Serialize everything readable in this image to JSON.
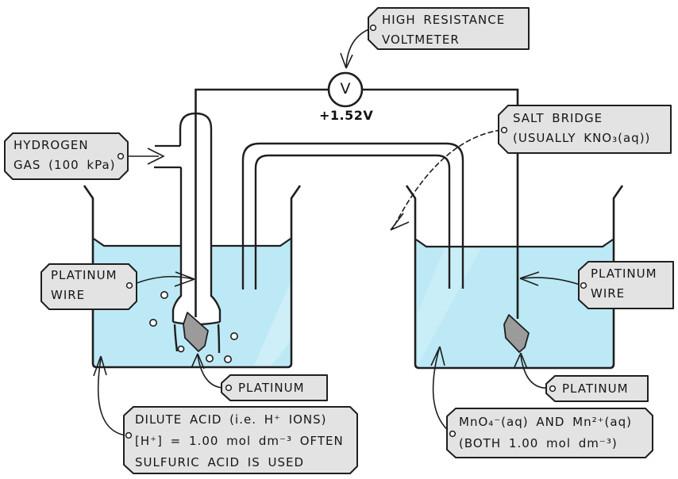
{
  "voltmeter": {
    "symbol": "V",
    "reading": "+1.52V"
  },
  "tags": {
    "high_resistance_voltmeter": {
      "lines": [
        "HIGH RESISTANCE",
        "VOLTMETER"
      ]
    },
    "salt_bridge": {
      "lines": [
        "SALT BRIDGE",
        "(USUALLY KNO₃(aq))"
      ]
    },
    "hydrogen_gas": {
      "lines": [
        "HYDROGEN",
        "GAS (100 kPa)"
      ]
    },
    "platinum_wire_left": {
      "lines": [
        "PLATINUM",
        "WIRE"
      ]
    },
    "platinum_wire_right": {
      "lines": [
        "PLATINUM",
        "WIRE"
      ]
    },
    "platinum_left": {
      "lines": [
        "PLATINUM"
      ]
    },
    "platinum_right": {
      "lines": [
        "PLATINUM"
      ]
    },
    "dilute_acid": {
      "lines": [
        "DILUTE ACID (i.e. H⁺ IONS)",
        "[H⁺] = 1.00 mol dm⁻³ OFTEN",
        "SULFURIC ACID IS USED"
      ]
    },
    "right_solution": {
      "lines": [
        "MnO₄⁻(aq) AND Mn²⁺(aq)",
        "(BOTH 1.00 mol dm⁻³)"
      ]
    }
  },
  "colors": {
    "solution": "#bce9f5",
    "tag_fill": "#e3e3e3",
    "outline": "#1f1f1f",
    "electrode": "#9b9b9b"
  }
}
